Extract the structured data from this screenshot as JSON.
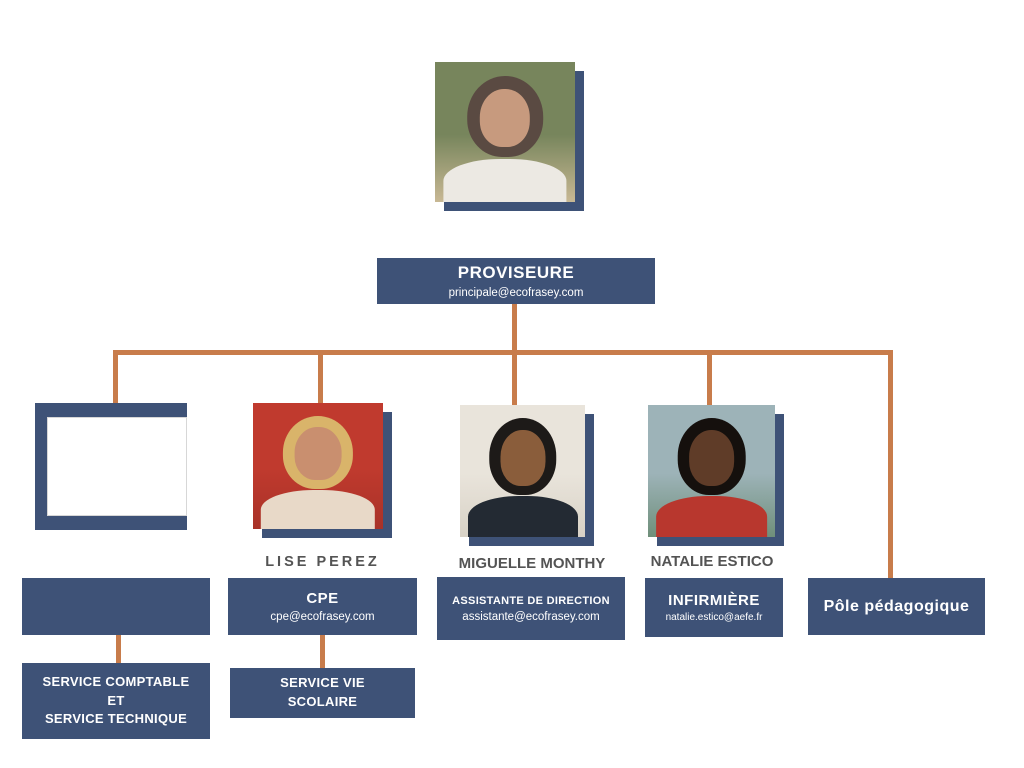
{
  "colors": {
    "box_blue": "#3e5277",
    "line_orange": "#c87c4b",
    "name_text": "#545454",
    "background": "#ffffff"
  },
  "root": {
    "title": "PROVISEURE",
    "email": "principale@ecofrasey.com",
    "photo": {
      "bg1": "#77855c",
      "bg2": "#c8b894",
      "hair": "#5a4a42",
      "skin": "#c79a7e",
      "top": "#ece9e3"
    }
  },
  "vacant": {
    "sub_lines": {
      "0": "SERVICE COMPTABLE",
      "1": "ET",
      "2": "SERVICE TECHNIQUE"
    }
  },
  "cpe": {
    "name": "LISE PEREZ",
    "title": "CPE",
    "email": "cpe@ecofrasey.com",
    "sub_lines": {
      "0": "SERVICE VIE",
      "1": "SCOLAIRE"
    },
    "photo": {
      "bg1": "#c03a2e",
      "bg2": "#a83228",
      "hair": "#d9b46a",
      "skin": "#c98f6f",
      "top": "#e8d9c8"
    }
  },
  "assistante": {
    "name": "MIGUELLE MONTHY",
    "title": "ASSISTANTE DE DIRECTION",
    "email": "assistante@ecofrasey.com",
    "photo": {
      "bg1": "#e9e4db",
      "bg2": "#d8d2c6",
      "hair": "#1d1a18",
      "skin": "#8a5d3b",
      "top": "#232a33"
    }
  },
  "infirmiere": {
    "name": "NATALIE ESTICO",
    "title": "INFIRMIÈRE",
    "email": "natalie.estico@aefe.fr",
    "photo": {
      "bg1": "#9db3b8",
      "bg2": "#6f8f7a",
      "hair": "#15100d",
      "skin": "#5f3c28",
      "top": "#b8372e"
    }
  },
  "pole": {
    "title": "Pôle pédagogique"
  }
}
